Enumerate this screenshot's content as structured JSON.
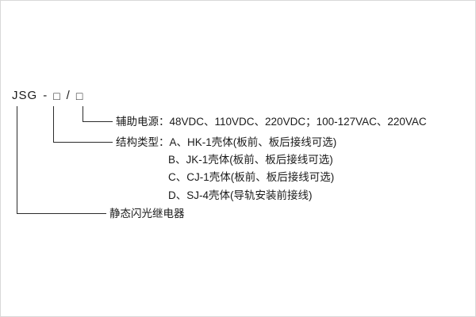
{
  "page": {
    "model": {
      "name": "JSG",
      "dash": "-",
      "box1": "□",
      "slash": "/",
      "box2": "□"
    },
    "callouts": {
      "aux_power": "辅助电源：48VDC、110VDC、220VDC；100-127VAC、220VAC",
      "structure_type": "结构类型：A、HK-1壳体(板前、板后接线可选)",
      "option_b": "B、JK-1壳体(板前、板后接线可选)",
      "option_c": "C、CJ-1壳体(板前、板后接线可选)",
      "option_d": "D、SJ-4壳体(导轨安装前接线)",
      "product_name": "静态闪光继电器"
    }
  }
}
